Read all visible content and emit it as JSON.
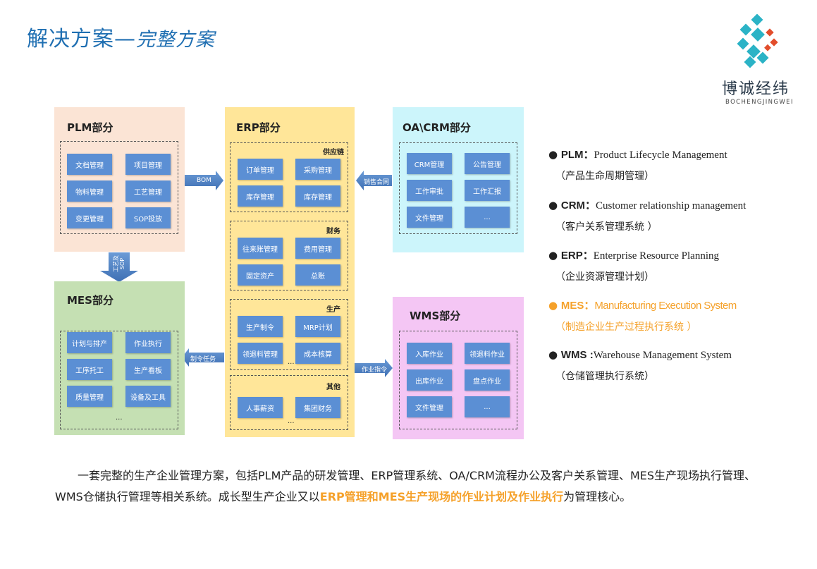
{
  "title": {
    "main": "解决方案",
    "dash": "—",
    "sub": "完整方案"
  },
  "logo": {
    "brand": "博诚经纬",
    "brand_en": "BOCHENGJINGWEI",
    "colors": [
      "#2bb3c6",
      "#e24d2c"
    ]
  },
  "plm": {
    "title": "PLM部分",
    "items": [
      "文档管理",
      "项目管理",
      "物料管理",
      "工艺管理",
      "变更管理",
      "SOP投放"
    ]
  },
  "mes": {
    "title": "MES部分",
    "items": [
      "计划与排产",
      "作业执行",
      "工序托工",
      "生产看板",
      "质量管理",
      "设备及工具"
    ],
    "ellipsis": "..."
  },
  "erp": {
    "title": "ERP部分",
    "sections": [
      {
        "label": "供应链",
        "items": [
          "订单管理",
          "采购管理",
          "库存管理",
          "库存管理"
        ]
      },
      {
        "label": "财务",
        "items": [
          "往来账管理",
          "费用管理",
          "固定资产",
          "总账"
        ]
      },
      {
        "label": "生产",
        "items": [
          "生产制令",
          "MRP计划",
          "领退料管理",
          "成本核算"
        ],
        "ellipsis": "..."
      },
      {
        "label": "其他",
        "items": [
          "人事薪资",
          "集团财务"
        ],
        "ellipsis": "..."
      }
    ]
  },
  "oa": {
    "title": "OA\\CRM部分",
    "items": [
      "CRM管理",
      "公告管理",
      "工作审批",
      "工作汇报",
      "文件管理",
      "..."
    ]
  },
  "wms": {
    "title": "WMS部分",
    "items": [
      "入库作业",
      "领退料作业",
      "出库作业",
      "盘点作业",
      "文件管理",
      "..."
    ]
  },
  "arrows": {
    "bom": "BOM",
    "sales": "销售合同",
    "craft_line1": "工艺及",
    "craft_line2": "SOP",
    "order": "制令任务",
    "work": "作业指令"
  },
  "legend": [
    {
      "abbr": "PLM",
      "sep": "：",
      "full": "Product Lifecycle Management",
      "cn": "（产品生命周期管理）",
      "highlight": false
    },
    {
      "abbr": "CRM",
      "sep": "：",
      "full": "Customer relationship management",
      "cn": "（客户关系管理系统 ）",
      "highlight": false
    },
    {
      "abbr": "ERP",
      "sep": "：",
      "full": "Enterprise Resource Planning",
      "cn": "（企业资源管理计划）",
      "highlight": false
    },
    {
      "abbr": "MES",
      "sep": "：",
      "full": "Manufacturing Execution System",
      "cn": "（制造企业生产过程执行系统 ）",
      "highlight": true
    },
    {
      "abbr": "WMS",
      "sep": " :",
      "full": "Warehouse Management System",
      "cn": "（仓储管理执行系统）",
      "highlight": false
    }
  ],
  "description": {
    "part1": "一套完整的生产企业管理方案，包括PLM产品的研发管理、ERP管理系统、OA/CRM流程办公及客户关系管理、MES生产现场执行管理、WMS仓储执行管理等相关系统。成长型生产企业又以",
    "highlight": "ERP管理和MES生产现场的作业计划及作业执行",
    "part2": "为管理核心。"
  },
  "colors": {
    "title": "#1f6fb2",
    "plm_bg": "#fbe4d5",
    "mes_bg": "#c5e0b3",
    "erp_bg": "#ffe699",
    "oa_bg": "#ccf5fb",
    "wms_bg": "#f4c6f4",
    "button": "#5b8fd4",
    "arrow": "#4a7cc0",
    "highlight": "#f5a12a"
  }
}
